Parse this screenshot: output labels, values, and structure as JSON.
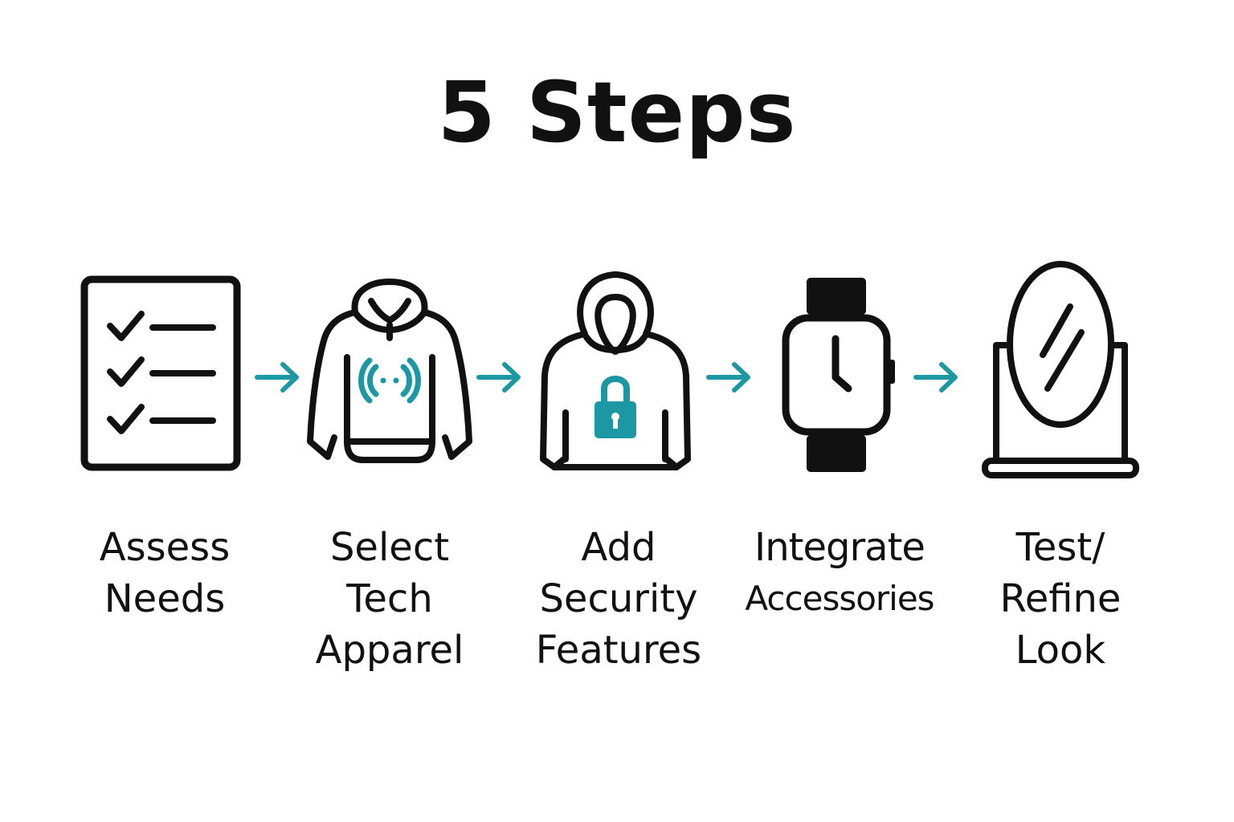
{
  "title": "5 Steps",
  "colors": {
    "ink": "#111111",
    "accent": "#1b98a3",
    "background": "#ffffff"
  },
  "steps": [
    {
      "icon": "checklist-icon",
      "label_lines": [
        "Assess",
        "Needs"
      ]
    },
    {
      "icon": "tech-hoodie-icon",
      "label_lines": [
        "Select",
        "Tech",
        "Apparel"
      ]
    },
    {
      "icon": "security-hoodie-icon",
      "label_lines": [
        "Add",
        "Security",
        "Features"
      ]
    },
    {
      "icon": "smartwatch-icon",
      "label_lines": [
        "Integrate",
        "Accessories"
      ]
    },
    {
      "icon": "mirror-icon",
      "label_lines": [
        "Test/",
        "Refine",
        "Look"
      ]
    }
  ]
}
